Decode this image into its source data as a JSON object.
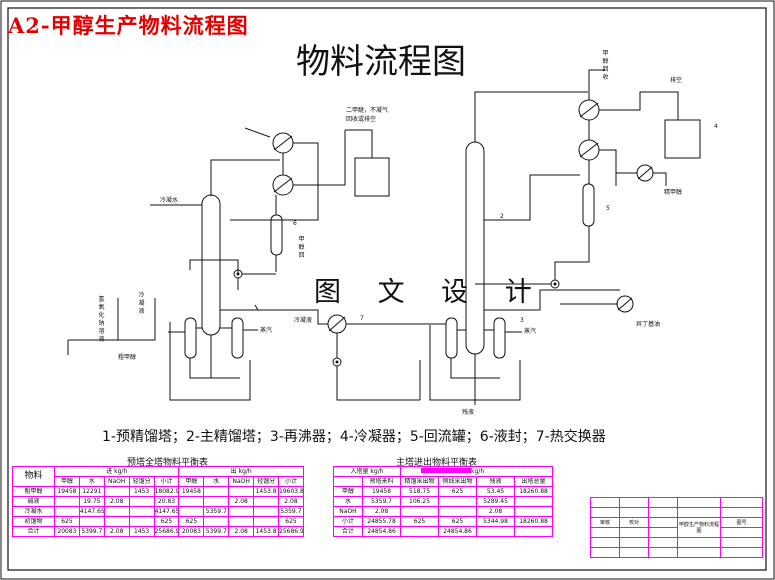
{
  "corner_title": "A2-甲醇生产物料流程图",
  "main_title": "物料流程图",
  "center_mark": "图 文 设 计",
  "legend": "1-预精馏塔；2-主精馏塔；3-再沸器；4-冷凝器；5-回流罐；6-液封；7-热交换器",
  "labels": {
    "methanol_recover": "甲醇回收",
    "exhaust": "排空",
    "refined_methanol": "精甲醇",
    "dme_note_line1": "二甲醚，不凝气",
    "dme_note_line2": "回收或排空",
    "cooling_water": "冷凝水",
    "naoh_water": "氢氧化钠溶液",
    "cooling_liquid": "冷凝液",
    "crude_methanol": "粗甲醇",
    "steam_left": "蒸汽",
    "steam_right": "蒸汽",
    "methanol_mid": "甲醇回",
    "cooling_liquid_mid": "冷凝液",
    "residue": "残液",
    "isobutanol": "异丁基油",
    "callout_4": "4",
    "callout_5": "5",
    "callout_6": "6",
    "callout_7": "7",
    "callout_2": "2",
    "callout_3": "3"
  },
  "table_left": {
    "title": "预塔全塔物料平衡表",
    "corner": "物料",
    "group_in": "进",
    "group_in_unit": "kg/h",
    "group_out": "出",
    "group_out_unit": "kg/h",
    "headers": [
      "甲醇",
      "水",
      "NaOH",
      "轻馏分",
      "小计",
      "甲醇",
      "水",
      "NaOH",
      "轻馏分",
      "小计"
    ],
    "rows": [
      {
        "name": "粗甲醇",
        "cells": [
          "19458",
          "12291",
          "",
          "1453",
          "18082.9",
          "19458",
          "",
          "",
          "1453.8",
          "19603.8"
        ]
      },
      {
        "name": "碱液",
        "cells": [
          "",
          "19.75",
          "2.08",
          "",
          "20.83",
          "",
          "",
          "2.08",
          "",
          "2.08"
        ]
      },
      {
        "name": "冷凝水",
        "cells": [
          "",
          "4147.65",
          "",
          "",
          "4147.65",
          "",
          "5359.7",
          "",
          "",
          "5359.7"
        ]
      },
      {
        "name": "初馏物",
        "cells": [
          "625",
          "",
          "",
          "",
          "625",
          "625",
          "",
          "",
          "",
          "625"
        ]
      },
      {
        "name": "合计",
        "cells": [
          "20083",
          "5399.7",
          "2.08",
          "1453",
          "25686.93",
          "20083",
          "5399.7",
          "2.08",
          "1453.8",
          "25686.93"
        ]
      }
    ]
  },
  "table_right": {
    "title": "主塔进出物料平衡表",
    "corner_line1": "入塔量 kg/h",
    "unit_right": "kg/h",
    "headers": [
      "预塔来料",
      "精馏采出物",
      "侧线采出物",
      "残液",
      "出塔总量"
    ],
    "rows": [
      {
        "name": "甲醇",
        "cells": [
          "19458",
          "518.75",
          "625",
          "53.45",
          "18260.88"
        ]
      },
      {
        "name": "水",
        "cells": [
          "5359.7",
          "106.25",
          "",
          "5289.45",
          ""
        ]
      },
      {
        "name": "NaOH",
        "cells": [
          "2.08",
          "",
          "",
          "2.08",
          ""
        ]
      },
      {
        "name": "小计",
        "cells": [
          "24855.78",
          "625",
          "625",
          "5344.98",
          "18260.88"
        ]
      },
      {
        "name": "合计",
        "cells": [
          "24854.86",
          "",
          "24854.86",
          "",
          ""
        ]
      }
    ]
  },
  "title_block": {
    "r1c1": "审核",
    "r1c2": "校对",
    "r1c3": "甲醇生产物料流程图",
    "r1c4": "图号"
  },
  "colors": {
    "accent_red": "#e00000",
    "table_border": "#ff00ff",
    "line": "#111111"
  }
}
